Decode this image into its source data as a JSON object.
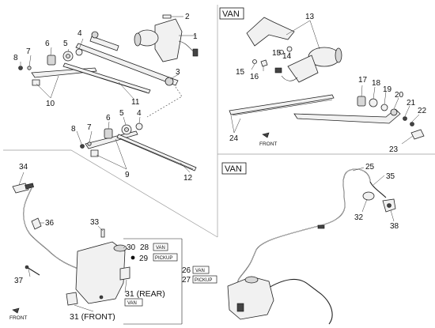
{
  "sections": {
    "van_top": {
      "title": "VAN"
    },
    "van_bottom": {
      "title": "VAN"
    }
  },
  "callouts": [
    {
      "id": "c2",
      "text": "2"
    },
    {
      "id": "c1",
      "text": "1"
    },
    {
      "id": "c4a",
      "text": "4"
    },
    {
      "id": "c5a",
      "text": "5"
    },
    {
      "id": "c6a",
      "text": "6"
    },
    {
      "id": "c7a",
      "text": "7"
    },
    {
      "id": "c8a",
      "text": "8"
    },
    {
      "id": "c3",
      "text": "3"
    },
    {
      "id": "c10",
      "text": "10"
    },
    {
      "id": "c11",
      "text": "11"
    },
    {
      "id": "c6b",
      "text": "6"
    },
    {
      "id": "c5b",
      "text": "5"
    },
    {
      "id": "c4b",
      "text": "4"
    },
    {
      "id": "c8b",
      "text": "8"
    },
    {
      "id": "c7b",
      "text": "7"
    },
    {
      "id": "c9",
      "text": "9"
    },
    {
      "id": "c12",
      "text": "12"
    },
    {
      "id": "c13",
      "text": "13"
    },
    {
      "id": "c15a",
      "text": "15"
    },
    {
      "id": "c14",
      "text": "14"
    },
    {
      "id": "c15b",
      "text": "15"
    },
    {
      "id": "c16",
      "text": "16"
    },
    {
      "id": "c17",
      "text": "17"
    },
    {
      "id": "c18",
      "text": "18"
    },
    {
      "id": "c19",
      "text": "19"
    },
    {
      "id": "c20",
      "text": "20"
    },
    {
      "id": "c21",
      "text": "21"
    },
    {
      "id": "c22",
      "text": "22"
    },
    {
      "id": "c24",
      "text": "24"
    },
    {
      "id": "c23",
      "text": "23"
    },
    {
      "id": "c25",
      "text": "25"
    },
    {
      "id": "c35",
      "text": "35"
    },
    {
      "id": "c32",
      "text": "32"
    },
    {
      "id": "c38",
      "text": "38"
    },
    {
      "id": "c34",
      "text": "34"
    },
    {
      "id": "c36",
      "text": "36"
    },
    {
      "id": "c33",
      "text": "33"
    },
    {
      "id": "c37",
      "text": "37"
    },
    {
      "id": "c30",
      "text": "30"
    },
    {
      "id": "c28",
      "text": "28"
    },
    {
      "id": "c29",
      "text": "29"
    },
    {
      "id": "c26",
      "text": "26"
    },
    {
      "id": "c27",
      "text": "27"
    },
    {
      "id": "c31rear",
      "text": "31 (REAR)"
    },
    {
      "id": "c31front",
      "text": "31 (FRONT)"
    }
  ],
  "tags": {
    "t28": "VAN",
    "t29": "PICKUP",
    "t26": "VAN",
    "t27": "PICKUP",
    "t31": "VAN"
  },
  "front_labels": [
    "FRONT",
    "FRONT"
  ]
}
